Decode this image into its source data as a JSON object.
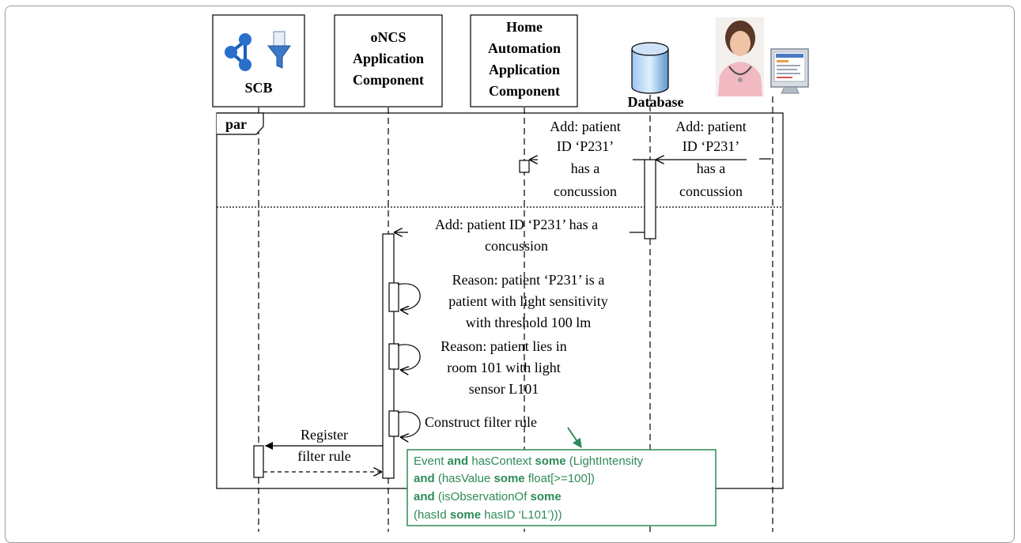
{
  "participants": {
    "scb": {
      "label": "SCB",
      "icons": [
        "graph-icon",
        "filter-funnel-icon"
      ]
    },
    "oncs": {
      "label_lines": [
        "oNCS",
        "Application",
        "Component"
      ]
    },
    "home": {
      "label_lines": [
        "Home",
        "Automation",
        "Application",
        "Component"
      ]
    },
    "database": {
      "label": "Database",
      "icon": "database-cylinder-icon"
    },
    "nurse": {
      "icons": [
        "nurse-photo",
        "computer-monitor-icon"
      ]
    }
  },
  "fragment": {
    "operator": "par"
  },
  "messages": {
    "nurse_to_db": [
      "Add: patient",
      "ID ‘P231’",
      "has a",
      "concussion"
    ],
    "db_to_home": [
      "Add: patient",
      "ID ‘P231’",
      "has a",
      "concussion"
    ],
    "db_to_oncs": [
      "Add: patient ID ‘P231’ has a",
      "concussion"
    ],
    "reason1": [
      "Reason: patient ‘P231’ is a",
      "patient with light sensitivity",
      "with threshold 100 lm"
    ],
    "reason2": [
      "Reason: patient lies in",
      "room 101 with light",
      "sensor L101"
    ],
    "construct": "Construct filter rule",
    "register": [
      "Register",
      "filter rule"
    ]
  },
  "filter_rule": {
    "line1": {
      "a": "Event ",
      "b": "and",
      "c": " hasContext ",
      "d": "some",
      "e": " (LightIntensity"
    },
    "line2": {
      "a": "and",
      "b": " (hasValue ",
      "c": "some",
      "d": " float[>=100])"
    },
    "line3": {
      "a": "and",
      "b": " (isObservationOf ",
      "c": "some"
    },
    "line4": {
      "a": "(hasId ",
      "b": "some",
      "c": " hasID ‘L101’)))"
    }
  },
  "colors": {
    "rule": "#2e8b57",
    "db_top": "#cfe3f7",
    "db_body": "#7fb2e0"
  }
}
